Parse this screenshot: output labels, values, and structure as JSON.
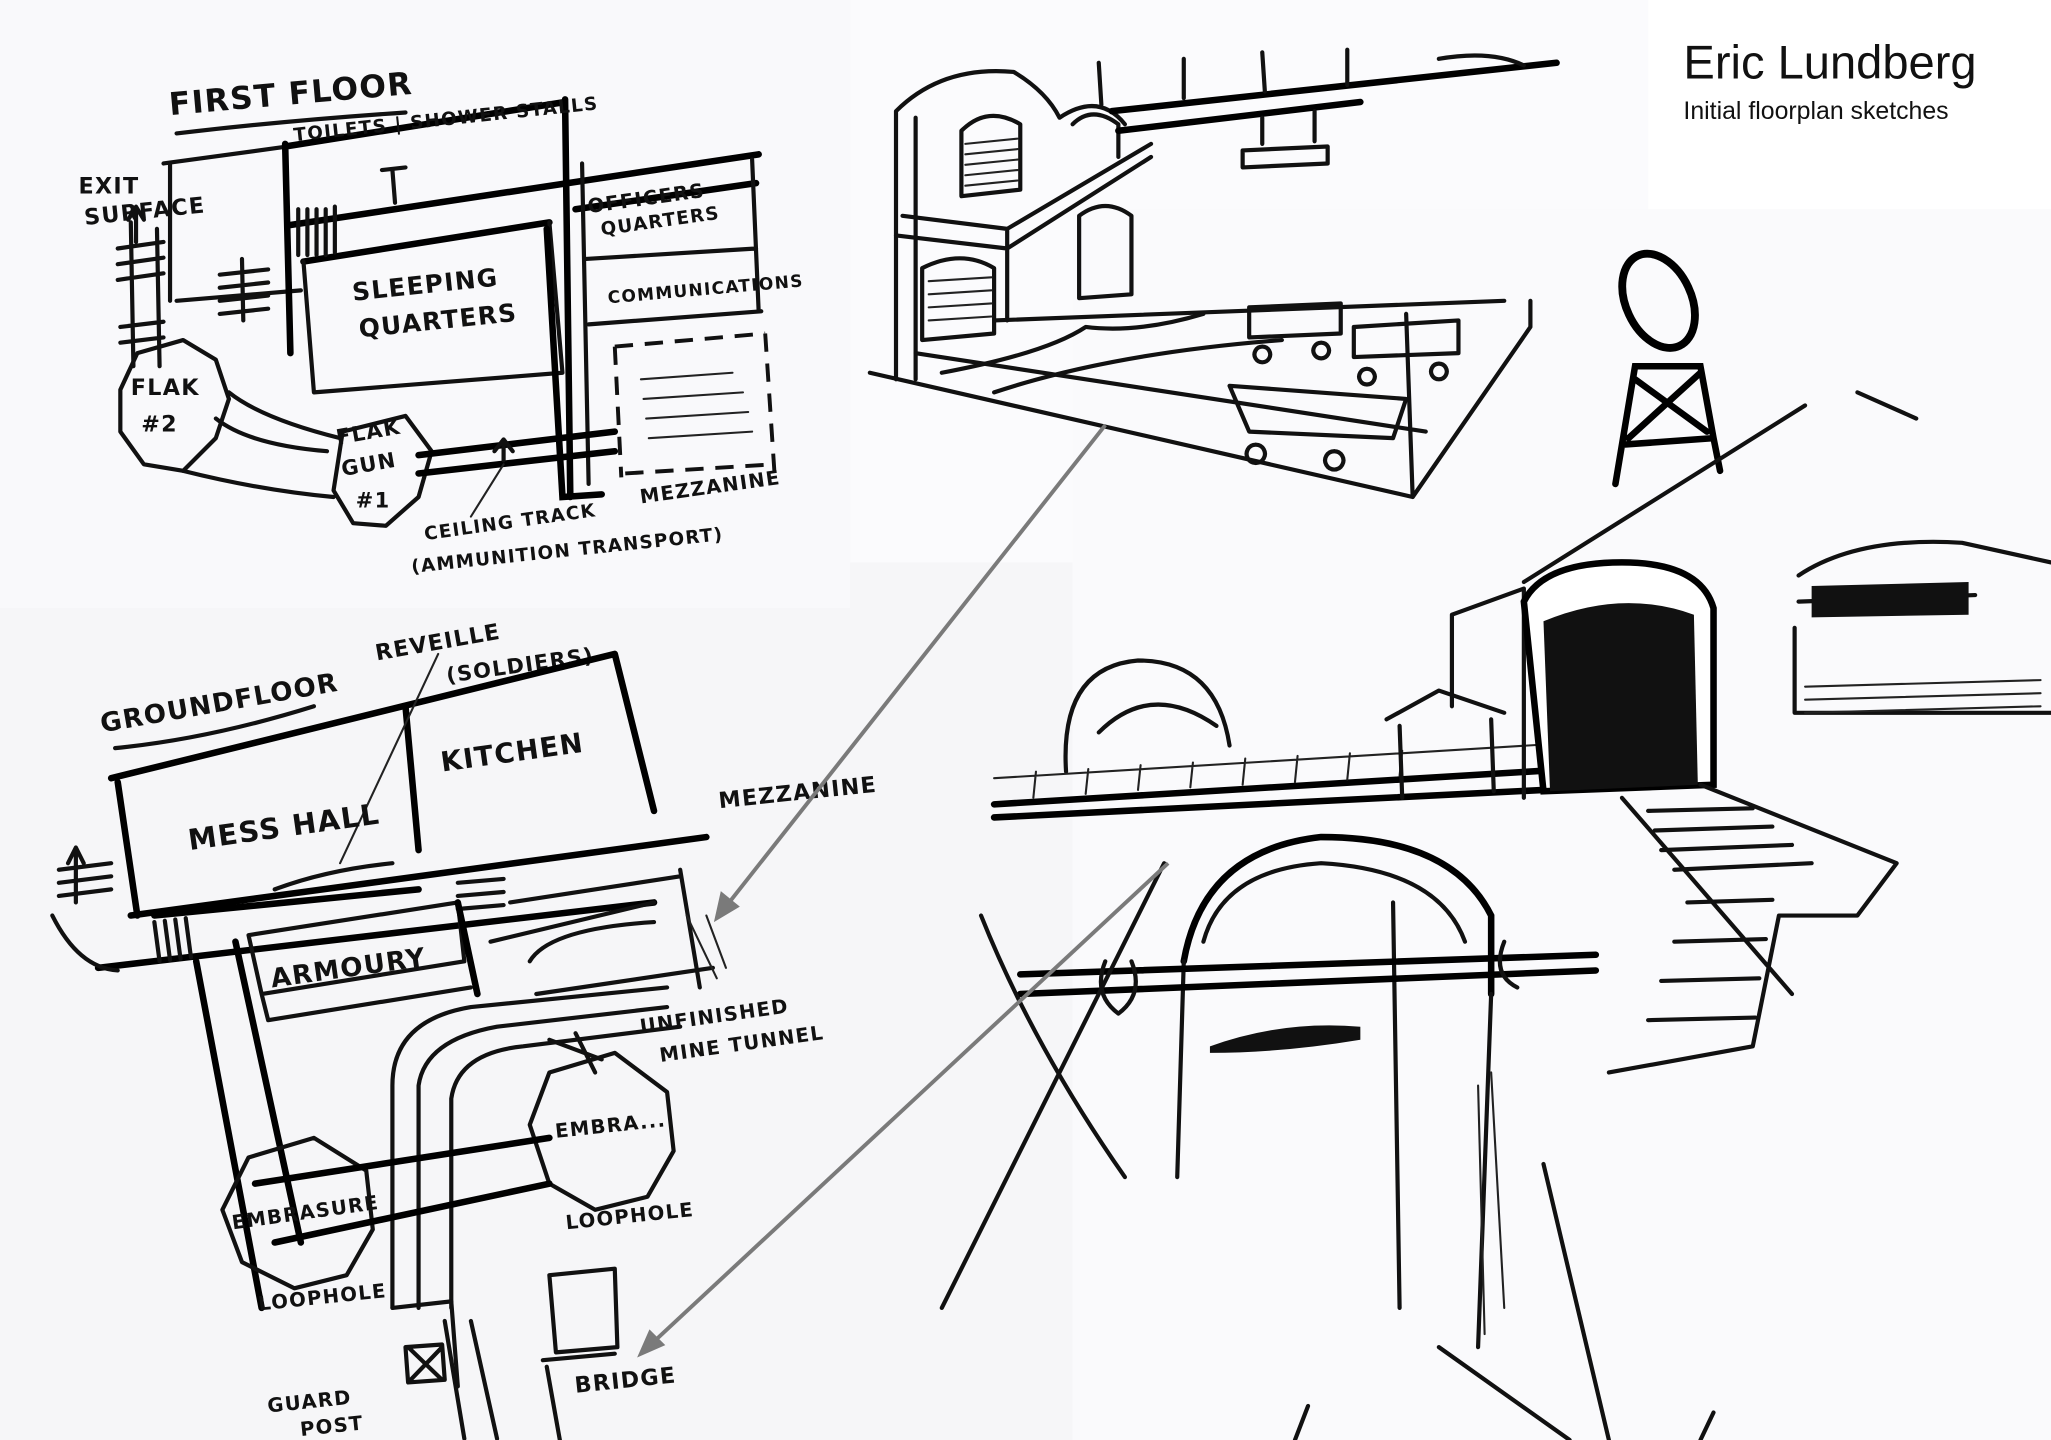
{
  "header": {
    "author": "Eric Lundberg",
    "subtitle": "Initial floorplan sketches"
  },
  "first_floor": {
    "title": "FIRST FLOOR",
    "labels": {
      "exit": "EXIT",
      "surface": "SURFACE",
      "toilets": "TOILETS | SHOWER STALLS",
      "officers": "OFFICERS",
      "quarters_officers": "QUARTERS",
      "sleeping": "SLEEPING",
      "quarters_sleeping": "QUARTERS",
      "communications": "COMMUNICATIONS",
      "flak2_a": "FLAK",
      "flak2_b": "#2",
      "flak1_a": "FLAK",
      "flak1_b": "GUN",
      "flak1_c": "#1",
      "mezzanine": "MEZZANINE",
      "ceiling_track": "CEILING TRACK",
      "ammunition": "(AMMUNITION TRANSPORT)"
    }
  },
  "ground_floor": {
    "title": "GROUNDFLOOR",
    "labels": {
      "reveille": "REVEILLE",
      "soldiers": "(SOLDIERS)",
      "mess_hall": "MESS HALL",
      "kitchen": "KITCHEN",
      "mezzanine": "MEZZANINE",
      "armoury": "ARMOURY",
      "unfinished": "UNFINISHED",
      "mine_tunnel": "MINE TUNNEL",
      "embrasure": "EMBRASURE",
      "embrasure_short": "EMBRA...",
      "loophole_right": "LOOPHOLE",
      "loophole_left": "LOOPHOLE",
      "guard": "GUARD",
      "post": "POST",
      "bridge": "BRIDGE"
    }
  },
  "colors": {
    "ink": "#111111",
    "arrow": "#7a7a7a",
    "paper": "#f6f6f8"
  }
}
